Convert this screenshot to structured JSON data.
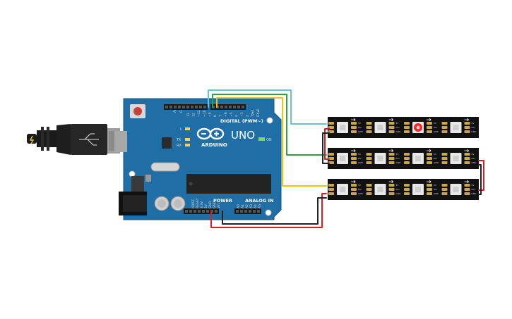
{
  "board": {
    "brand": "ARDUINO",
    "model": "UNO",
    "digital_header": "DIGITAL (PWM~)",
    "power_label": "POWER",
    "analog_label": "ANALOG IN",
    "on_label": "ON",
    "tx_label": "TX",
    "rx_label": "RX",
    "l_label": "L",
    "aref_label": "AREF",
    "gnd_label": "GND",
    "digital_pins": [
      "13",
      "12",
      "~11",
      "~10",
      "~9",
      "8",
      "7",
      "~6",
      "~5",
      "4",
      "~3",
      "2",
      "TX▸1",
      "RX◂0"
    ],
    "power_pins": [
      "IOREF",
      "RESET",
      "3.3V",
      "5V",
      "GND",
      "GND",
      "Vin"
    ],
    "analog_pins": [
      "A0",
      "A1",
      "A2",
      "A3",
      "A4",
      "A5"
    ]
  },
  "strips": [
    {
      "pixels": 4,
      "lit_index": 2,
      "lit_color": "#ff2020"
    },
    {
      "pixels": 4,
      "lit_index": -1,
      "lit_color": ""
    },
    {
      "pixels": 4,
      "lit_index": -1,
      "lit_color": ""
    }
  ],
  "strip_pad_labels": [
    "5V",
    "Din",
    "GND"
  ],
  "wire_colors": {
    "cyan": "#68c3cf",
    "green": "#2ea043",
    "yellow": "#f2c500",
    "red": "#d92020",
    "black": "#222222"
  }
}
